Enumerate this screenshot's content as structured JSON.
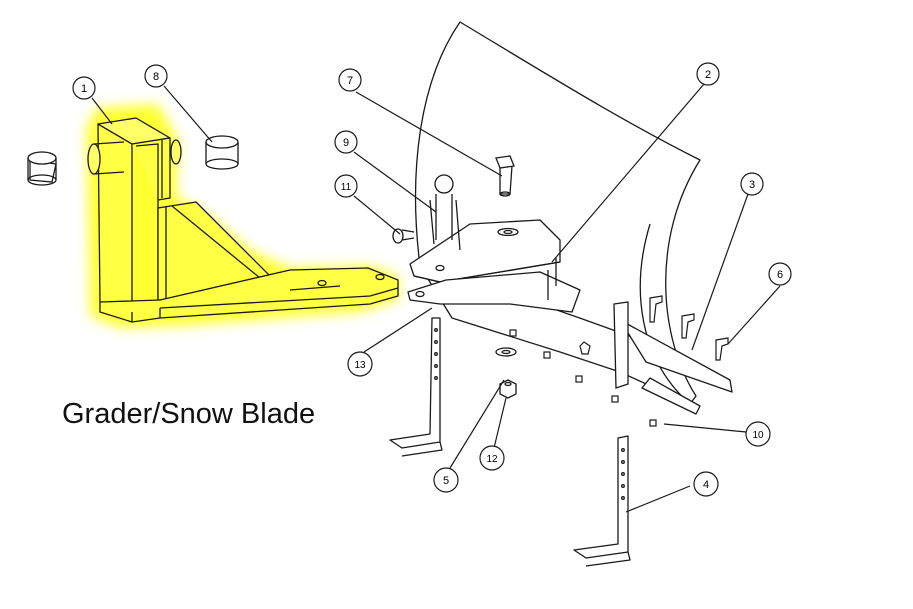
{
  "diagram": {
    "title": "Grader/Snow Blade",
    "highlight_color": "#ffff33",
    "line_color": "#1a1a1a",
    "callouts": [
      {
        "id": "callout-1",
        "label": "1"
      },
      {
        "id": "callout-2",
        "label": "2"
      },
      {
        "id": "callout-3",
        "label": "3"
      },
      {
        "id": "callout-4",
        "label": "4"
      },
      {
        "id": "callout-5",
        "label": "5"
      },
      {
        "id": "callout-6",
        "label": "6"
      },
      {
        "id": "callout-7",
        "label": "7"
      },
      {
        "id": "callout-8",
        "label": "8"
      },
      {
        "id": "callout-9",
        "label": "9"
      },
      {
        "id": "callout-10",
        "label": "10"
      },
      {
        "id": "callout-11",
        "label": "11"
      },
      {
        "id": "callout-12",
        "label": "12"
      },
      {
        "id": "callout-13",
        "label": "13"
      }
    ]
  }
}
